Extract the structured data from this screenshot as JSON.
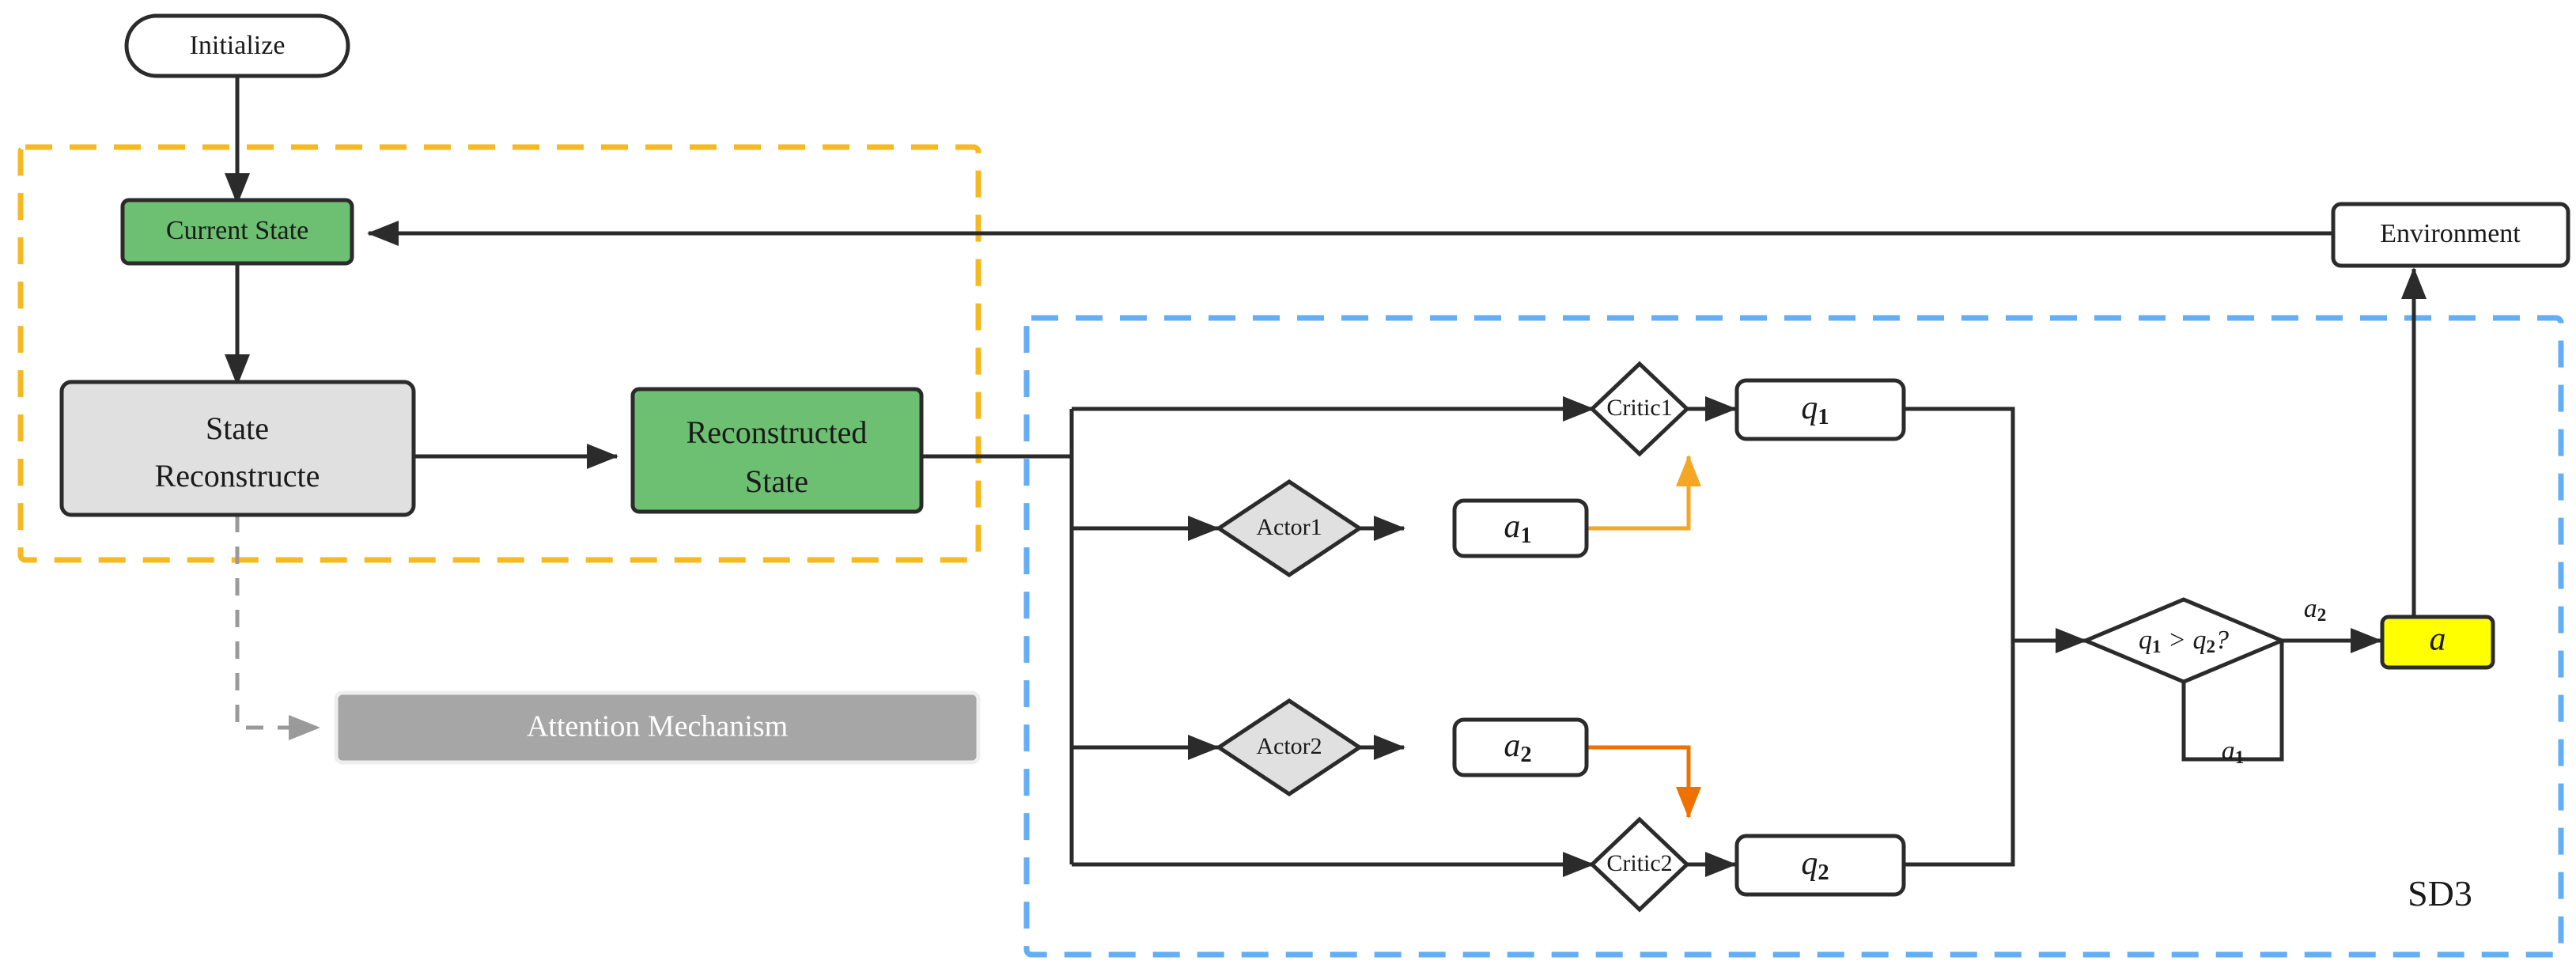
{
  "diagram": {
    "title": "SD3 reinforcement learning architecture with state reconstruction",
    "colors": {
      "green_fill": "#6dbf72",
      "gray_fill": "#e0e0e0",
      "mech_fill": "#a6a6a6",
      "yellow_fill": "#ffff00",
      "stroke": "#2b2b2b",
      "group_orange": "#f5b921",
      "group_blue": "#63aef5",
      "arrow_orange": "#f5a623",
      "arrow_deeporange": "#ef7100",
      "white_fill": "#ffffff"
    },
    "groups": [
      {
        "name": "reconstruction-group",
        "label": "",
        "border_color": "#f5b921"
      },
      {
        "name": "sd3-group",
        "label": "SD3",
        "border_color": "#63aef5"
      }
    ],
    "nodes": {
      "initialize": {
        "label": "Initialize",
        "shape": "stadium",
        "fill": "#ffffff"
      },
      "current_state": {
        "label": "Current State",
        "shape": "rect",
        "fill": "#6dbf72"
      },
      "state_reconstructe": {
        "label_line1": "State",
        "label_line2": "Reconstructe",
        "shape": "rect",
        "fill": "#e0e0e0"
      },
      "reconstructed_state": {
        "label_line1": "Reconstructed",
        "label_line2": "State",
        "shape": "rect",
        "fill": "#6dbf72"
      },
      "attention_mechanism": {
        "label": "Attention Mechanism",
        "shape": "rect",
        "fill": "#a6a6a6"
      },
      "critic1": {
        "label": "Critic1",
        "shape": "diamond",
        "fill": "#ffffff"
      },
      "critic2": {
        "label": "Critic2",
        "shape": "diamond",
        "fill": "#ffffff"
      },
      "actor1": {
        "label": "Actor1",
        "shape": "diamond",
        "fill": "#e0e0e0"
      },
      "actor2": {
        "label": "Actor2",
        "shape": "diamond",
        "fill": "#e0e0e0"
      },
      "q1": {
        "label": "q",
        "sub": "1",
        "shape": "rect",
        "fill": "#ffffff"
      },
      "q2": {
        "label": "q",
        "sub": "2",
        "shape": "rect",
        "fill": "#ffffff"
      },
      "a1": {
        "label": "a",
        "sub": "1",
        "shape": "rect",
        "fill": "#ffffff"
      },
      "a2": {
        "label": "a",
        "sub": "2",
        "shape": "rect",
        "fill": "#ffffff"
      },
      "compare": {
        "label": "q",
        "sub1": "1",
        "op": " > ",
        "label2": "q",
        "sub2": "2",
        "tail": "?",
        "shape": "diamond",
        "fill": "#ffffff"
      },
      "action": {
        "label": "a",
        "shape": "rect",
        "fill": "#ffff00"
      },
      "environment": {
        "label": "Environment",
        "shape": "rect",
        "fill": "#ffffff"
      }
    },
    "edge_labels": {
      "compare_true": "a",
      "compare_true_sub": "2",
      "compare_false": "a",
      "compare_false_sub": "1"
    }
  }
}
